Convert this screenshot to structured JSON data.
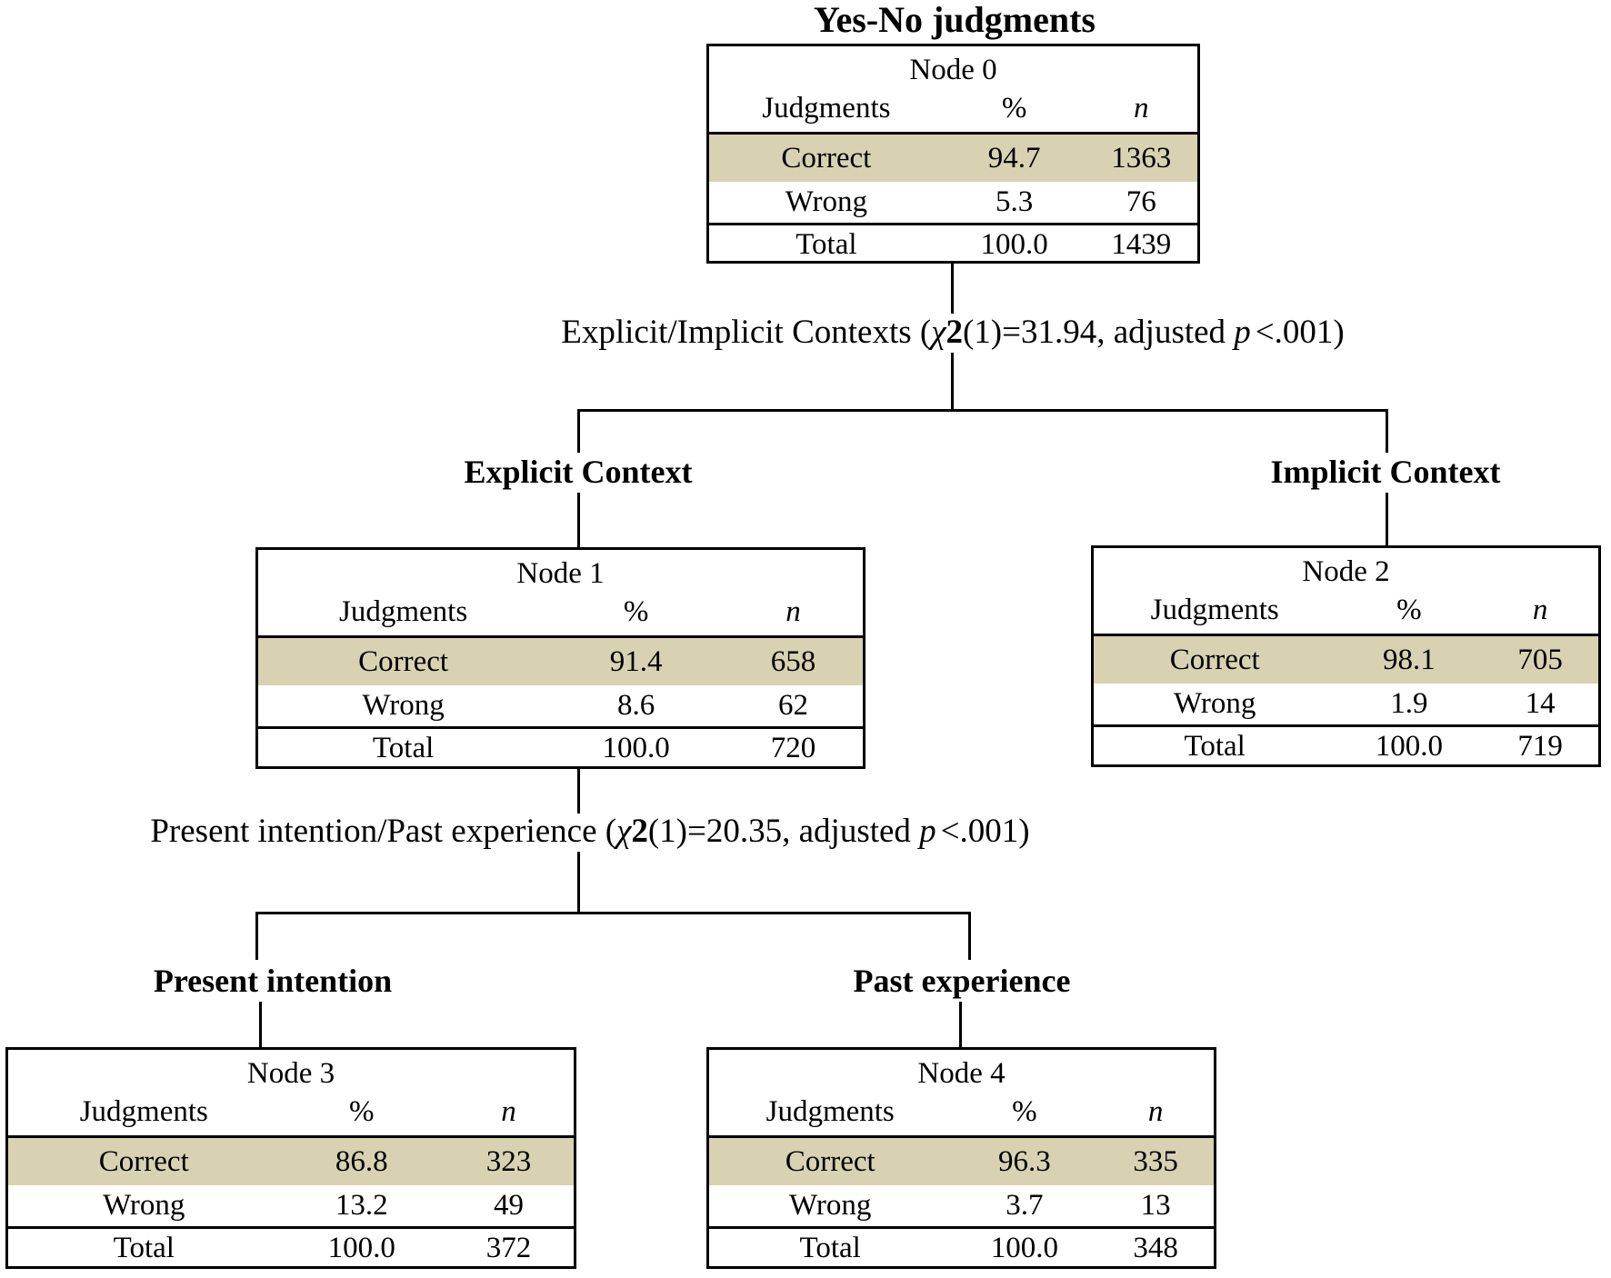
{
  "colors": {
    "highlight": "#d8d2b2",
    "line": "#000000",
    "background": "#ffffff"
  },
  "title": "Yes-No judgments",
  "columns": {
    "judgments": "Judgments",
    "percent": "%",
    "n": "n"
  },
  "splits": {
    "s1": {
      "pre": "Explicit/Implicit Contexts (",
      "chi": "χ",
      "two": "2",
      "mid": "(1)=31.94, adjusted ",
      "p": "p",
      "post": "<.001)"
    },
    "s2": {
      "pre": "Present intention/Past experience (",
      "chi": "χ",
      "two": "2",
      "mid": "(1)=20.35, adjusted ",
      "p": "p",
      "post": "<.001)"
    }
  },
  "branches": {
    "explicit": "Explicit Context",
    "implicit": "Implicit Context",
    "present": "Present intention",
    "past": "Past experience"
  },
  "nodes": [
    {
      "name": "Node 0",
      "rows": [
        {
          "label": "Correct",
          "pct": "94.7",
          "n": "1363"
        },
        {
          "label": "Wrong",
          "pct": "5.3",
          "n": "76"
        },
        {
          "label": "Total",
          "pct": "100.0",
          "n": "1439"
        }
      ]
    },
    {
      "name": "Node 1",
      "rows": [
        {
          "label": "Correct",
          "pct": "91.4",
          "n": "658"
        },
        {
          "label": "Wrong",
          "pct": "8.6",
          "n": "62"
        },
        {
          "label": "Total",
          "pct": "100.0",
          "n": "720"
        }
      ]
    },
    {
      "name": "Node 2",
      "rows": [
        {
          "label": "Correct",
          "pct": "98.1",
          "n": "705"
        },
        {
          "label": "Wrong",
          "pct": "1.9",
          "n": "14"
        },
        {
          "label": "Total",
          "pct": "100.0",
          "n": "719"
        }
      ]
    },
    {
      "name": "Node 3",
      "rows": [
        {
          "label": "Correct",
          "pct": "86.8",
          "n": "323"
        },
        {
          "label": "Wrong",
          "pct": "13.2",
          "n": "49"
        },
        {
          "label": "Total",
          "pct": "100.0",
          "n": "372"
        }
      ]
    },
    {
      "name": "Node 4",
      "rows": [
        {
          "label": "Correct",
          "pct": "96.3",
          "n": "335"
        },
        {
          "label": "Wrong",
          "pct": "3.7",
          "n": "13"
        },
        {
          "label": "Total",
          "pct": "100.0",
          "n": "348"
        }
      ]
    }
  ]
}
